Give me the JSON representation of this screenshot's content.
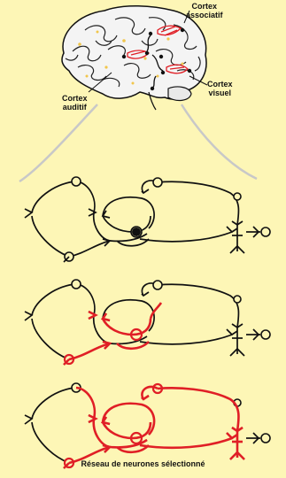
{
  "labels": {
    "cortex_associatif": [
      "Cortex",
      "associatif"
    ],
    "cortex_auditif": [
      "Cortex",
      "auditif"
    ],
    "cortex_visuel": [
      "Cortex",
      "visuel"
    ]
  },
  "caption": "Réseau de neurones sélectionné",
  "colors": {
    "background": "#fdf6b6",
    "neuron": "#111111",
    "selected": "#e01f26",
    "brain_fill": "#f4f4f4",
    "connector": "#c8c8c8",
    "accent_yellow": "#f1c64b"
  }
}
